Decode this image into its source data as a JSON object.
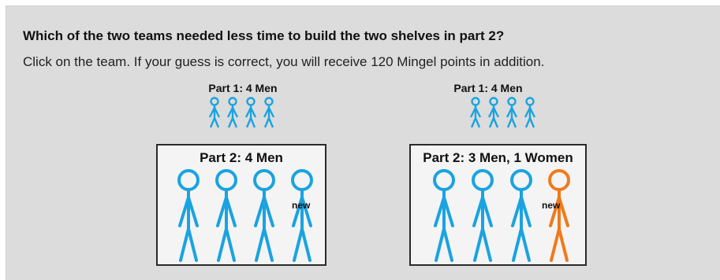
{
  "question": "Which of the two teams needed less time to build the two shelves in part 2?",
  "instruction": "Click on the team. If your guess is correct, you will receive 120 Mingel points in addition.",
  "teams": [
    {
      "part1_label": "Part 1: 4 Men",
      "part2_label": "Part 2: 4 Men",
      "new_label": "new",
      "figure_colors": [
        "#1aa3e0",
        "#1aa3e0",
        "#1aa3e0",
        "#1aa3e0"
      ]
    },
    {
      "part1_label": "Part 1: 4 Men",
      "part2_label": "Part 2: 3 Men, 1 Women",
      "new_label": "new",
      "figure_colors": [
        "#1aa3e0",
        "#1aa3e0",
        "#1aa3e0",
        "#f07a1a"
      ]
    }
  ],
  "colors": {
    "men": "#1aa3e0",
    "woman": "#f07a1a",
    "panel_background": "#dcdcdc"
  }
}
